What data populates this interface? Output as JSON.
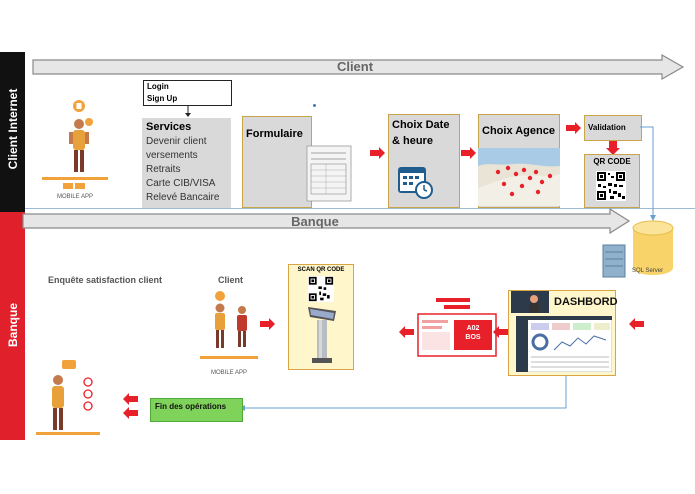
{
  "lanes": {
    "client_internet": "Client Internet",
    "banque": "Banque"
  },
  "header_arrows": {
    "client": "Client",
    "banque": "Banque"
  },
  "client_row": {
    "mobile_app_label": "MOBILE APP",
    "login": "Login",
    "signup": "Sign Up",
    "services_title": "Services",
    "services_items": [
      "Devenir client",
      "versements",
      "Retraits",
      "Carte CIB/VISA",
      "Relevé Bancaire"
    ],
    "formulaire": "Formulaire",
    "choix_date_line1": "Choix Date",
    "choix_date_line2": "& heure",
    "choix_agence": "Choix Agence",
    "validation": "Validation",
    "qr_code": "QR CODE",
    "db_label": "SQL Server"
  },
  "bank_row": {
    "enquete": "Enquête satisfaction client",
    "client": "Client",
    "mobile_app_label": "MOBILE APP",
    "scan_qr_code": "SCAN QR CODE",
    "dashbord": "DASHBORD",
    "screen_text": "A02\nBOS",
    "fin_operations": "Fin des opérations"
  },
  "colors": {
    "client_lane": "#111111",
    "banque_lane": "#e0202a",
    "gray_box": "#d0d0d0",
    "accent_red": "#e8202a",
    "green": "#7fd25a",
    "yellow_panel": "#fff6cc",
    "gold_border": "#d9a444"
  }
}
